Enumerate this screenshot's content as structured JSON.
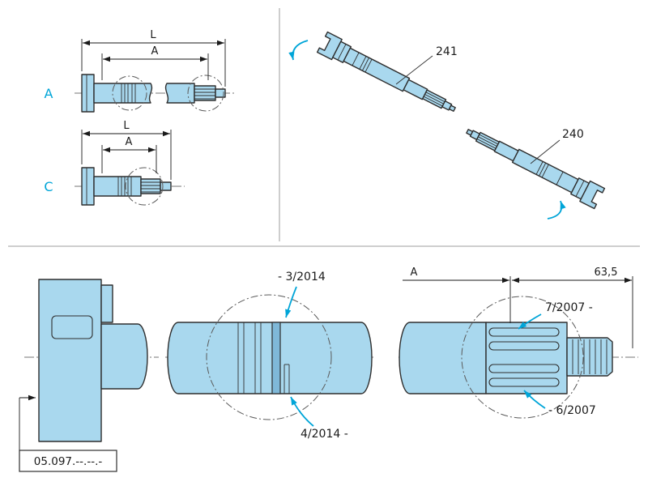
{
  "colors": {
    "part_fill": "#a9d8ee",
    "outline": "#2e2e2e",
    "accent": "#00a5d8"
  },
  "views": {
    "side_a": {
      "label": "A",
      "dim_length": "L",
      "dim_a": "A"
    },
    "side_c": {
      "label": "C",
      "dim_length": "L",
      "dim_a": "A"
    },
    "iso": {
      "part_top_label": "241",
      "part_bottom_label": "240"
    },
    "detail_left": {
      "ref_code": "05.097.--.--.-"
    },
    "detail_mid": {
      "note_top": "- 3/2014",
      "note_bottom": "4/2014 -"
    },
    "detail_right": {
      "dim_a": "A",
      "dim_width": "63,5",
      "note_top": "7/2007 -",
      "note_bottom": "- 6/2007"
    }
  }
}
